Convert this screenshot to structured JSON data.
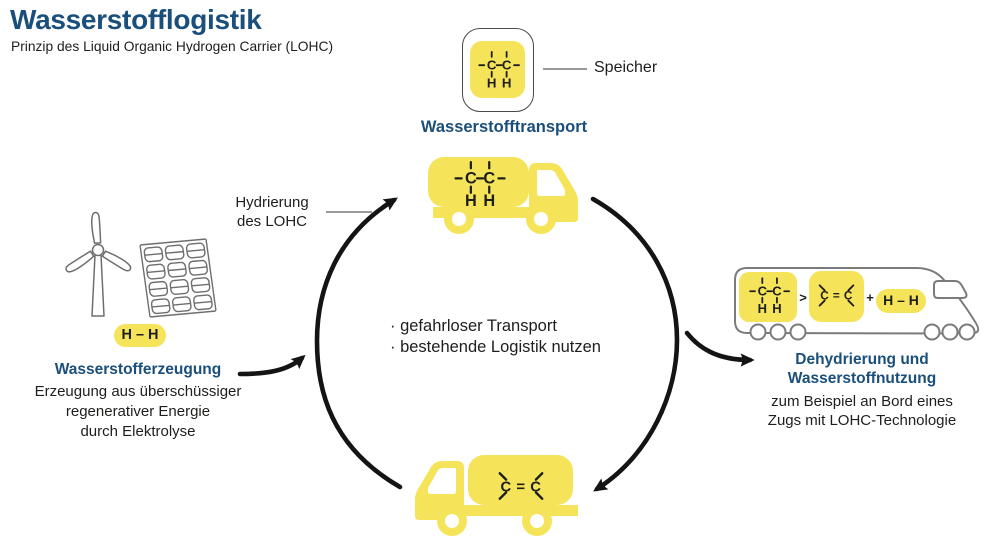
{
  "header": {
    "title": "Wasserstofflogistik",
    "subtitle": "Prinzip des Liquid Organic Hydrogen Carrier (LOHC)"
  },
  "storage": {
    "label": "Speicher"
  },
  "transport": {
    "title": "Wasserstofftransport"
  },
  "hydration": {
    "line1": "Hydrierung",
    "line2": "des LOHC"
  },
  "production": {
    "title": "Wasserstofferzeugung",
    "line1": "Erzeugung aus überschüssiger",
    "line2": "regenerativer Energie",
    "line3": "durch Elektrolyse"
  },
  "center_notes": {
    "items": [
      "· gefahrloser Transport",
      "· bestehende Logistik nutzen"
    ]
  },
  "usage": {
    "title_line1": "Dehydrierung und",
    "title_line2": "Wasserstoffnutzung",
    "line1": "zum Beispiel an Bord eines",
    "line2": "Zugs mit LOHC-Technologie"
  },
  "molecule": {
    "C": "C",
    "H": "H",
    "cc_double": "C = C",
    "hh": "H – H",
    "reaction_gt": ">",
    "plus": "+"
  },
  "colors": {
    "accent_yellow": "#f5e45a",
    "brand_blue": "#1a4f7b",
    "ink": "#1e1e1c",
    "outline_gray": "#6e6e6c"
  }
}
